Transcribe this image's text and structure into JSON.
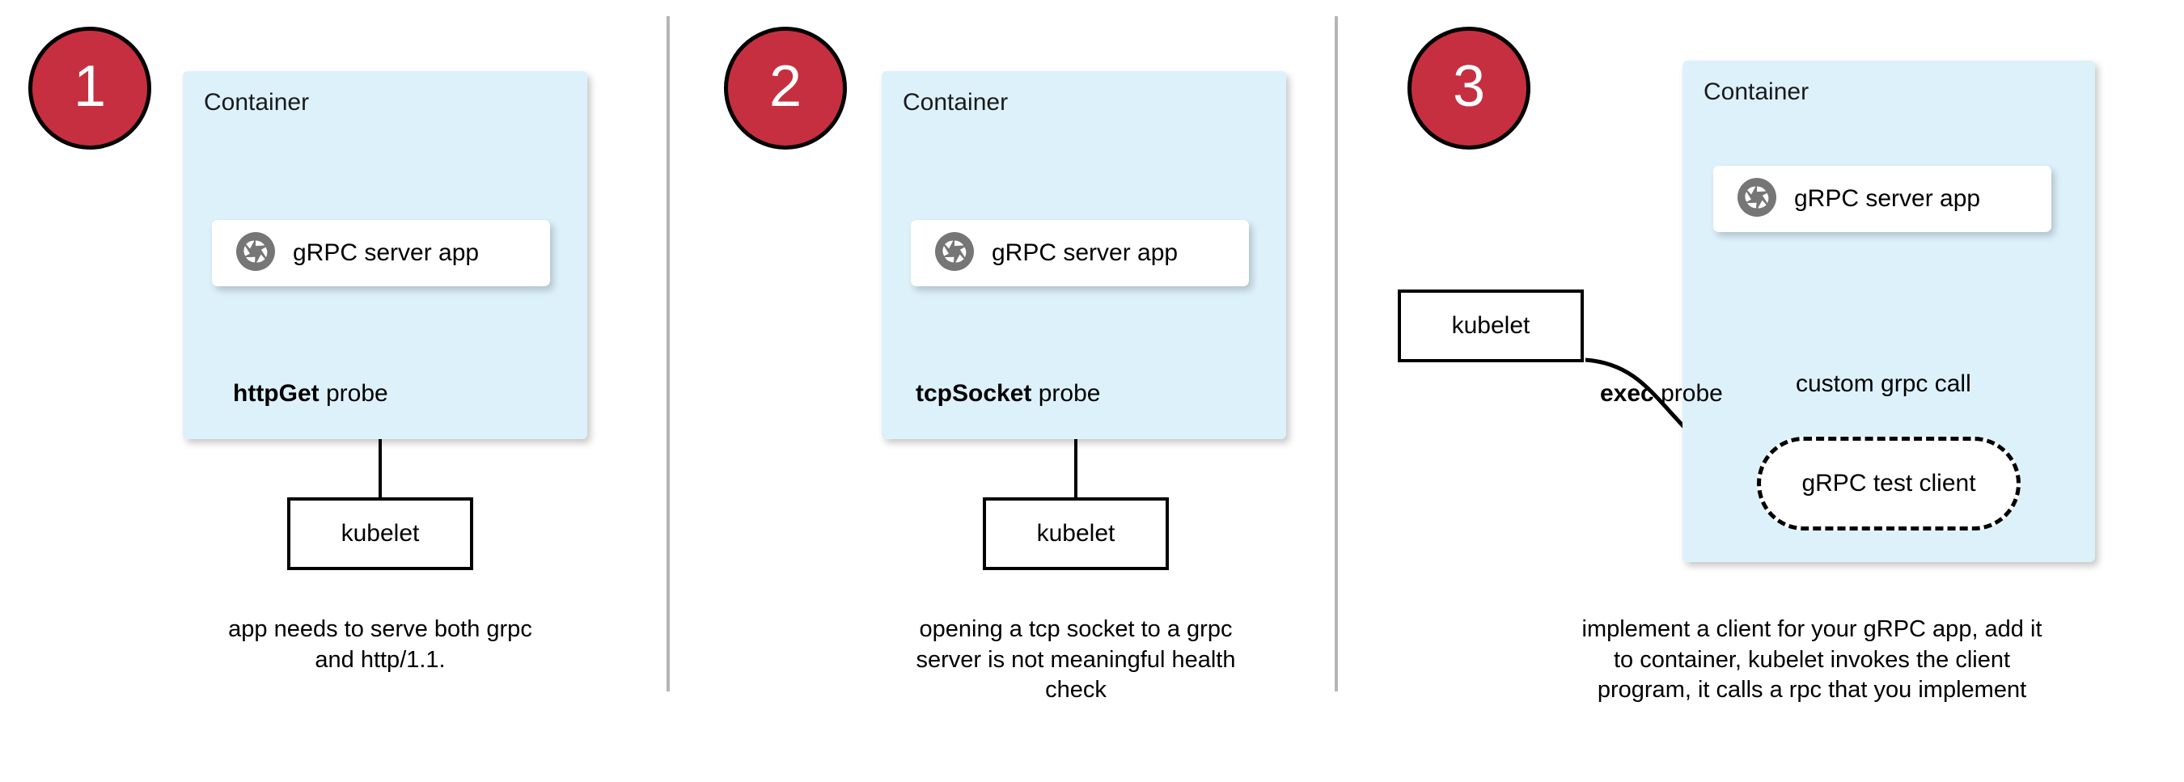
{
  "colors": {
    "badge_fill": "#c62f3f",
    "badge_text": "#ffffff",
    "container_fill": "#ddf1fb",
    "card_fill": "#ffffff",
    "divider": "#b5b5b5",
    "icon_gray": "#767676",
    "stroke": "#000000"
  },
  "panels": [
    {
      "badge": "1",
      "container_label": "Container",
      "app_label": "gRPC server app",
      "app_icon": "grpc-aperture-icon",
      "probe_label_bold": "httpGet",
      "probe_label_rest": " probe",
      "kubelet_label": "kubelet",
      "caption_lines": [
        "app needs to serve both grpc",
        "and http/1.1."
      ]
    },
    {
      "badge": "2",
      "container_label": "Container",
      "app_label": "gRPC server app",
      "app_icon": "grpc-aperture-icon",
      "probe_label_bold": "tcpSocket",
      "probe_label_rest": " probe",
      "kubelet_label": "kubelet",
      "caption_lines": [
        "opening a tcp socket to a grpc",
        "server is not meaningful health",
        "check"
      ]
    },
    {
      "badge": "3",
      "container_label": "Container",
      "app_label": "gRPC server app",
      "app_icon": "grpc-aperture-icon",
      "probe_label_bold": "exec",
      "probe_label_rest": " probe",
      "kubelet_label": "kubelet",
      "test_client_label": "gRPC test client",
      "inner_call_label": "custom grpc call",
      "caption_lines": [
        "implement a client for your gRPC app, add it",
        "to container, kubelet invokes the client",
        "program, it calls a rpc that you implement"
      ]
    }
  ]
}
